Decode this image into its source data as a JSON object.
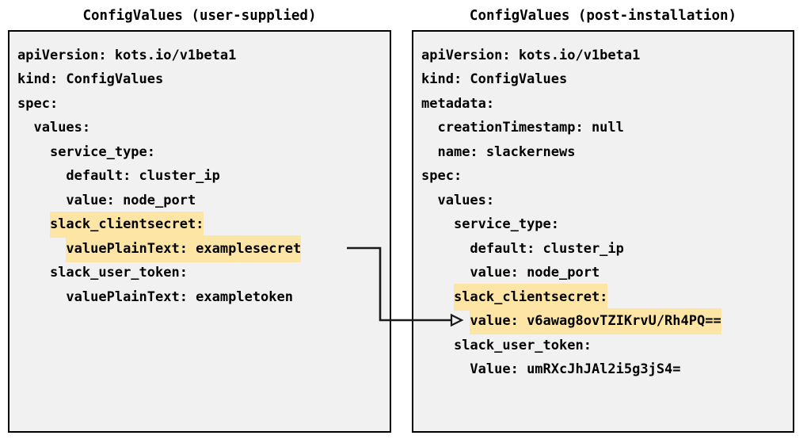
{
  "panels": {
    "left": {
      "title": "ConfigValues (user-supplied)",
      "lines": [
        {
          "text": "apiVersion: kots.io/v1beta1",
          "indent": 0,
          "highlight": false
        },
        {
          "text": "kind: ConfigValues",
          "indent": 0,
          "highlight": false
        },
        {
          "text": "spec:",
          "indent": 0,
          "highlight": false
        },
        {
          "text": "values:",
          "indent": 1,
          "highlight": false
        },
        {
          "text": "service_type:",
          "indent": 2,
          "highlight": false
        },
        {
          "text": "default: cluster_ip",
          "indent": 3,
          "highlight": false
        },
        {
          "text": "value: node_port",
          "indent": 3,
          "highlight": false
        },
        {
          "text": "slack_clientsecret:",
          "indent": 2,
          "highlight": true
        },
        {
          "text": "valuePlainText: examplesecret",
          "indent": 3,
          "highlight": true
        },
        {
          "text": "slack_user_token:",
          "indent": 2,
          "highlight": false
        },
        {
          "text": "valuePlainText: exampletoken",
          "indent": 3,
          "highlight": false
        }
      ]
    },
    "right": {
      "title": "ConfigValues (post-installation)",
      "lines": [
        {
          "text": "apiVersion: kots.io/v1beta1",
          "indent": 0,
          "highlight": false
        },
        {
          "text": "kind: ConfigValues",
          "indent": 0,
          "highlight": false
        },
        {
          "text": "metadata:",
          "indent": 0,
          "highlight": false
        },
        {
          "text": "creationTimestamp: null",
          "indent": 1,
          "highlight": false
        },
        {
          "text": "name: slackernews",
          "indent": 1,
          "highlight": false
        },
        {
          "text": "spec:",
          "indent": 0,
          "highlight": false
        },
        {
          "text": "values:",
          "indent": 1,
          "highlight": false
        },
        {
          "text": "service_type:",
          "indent": 2,
          "highlight": false
        },
        {
          "text": "default: cluster_ip",
          "indent": 3,
          "highlight": false
        },
        {
          "text": "value: node_port",
          "indent": 3,
          "highlight": false
        },
        {
          "text": "slack_clientsecret:",
          "indent": 2,
          "highlight": true
        },
        {
          "text": "value: v6awag8ovTZIKrvU/Rh4PQ==",
          "indent": 3,
          "highlight": true
        },
        {
          "text": "slack_user_token:",
          "indent": 2,
          "highlight": false
        },
        {
          "text": "Value: umRXcJhJAl2i5g3jS4=",
          "indent": 3,
          "highlight": false
        }
      ]
    }
  },
  "connector": {
    "label": "transformation-arrow",
    "from": "ConfigValues (user-supplied) → slack_clientsecret.valuePlainText: examplesecret",
    "to": "ConfigValues (post-installation) → slack_clientsecret.value: v6awag8ovTZIKrvU/Rh4PQ=="
  },
  "colors": {
    "highlight": "#fde5a6",
    "panel_background": "#f1f1f1",
    "panel_border": "#000000",
    "text": "#000000",
    "page_background": "#ffffff"
  }
}
